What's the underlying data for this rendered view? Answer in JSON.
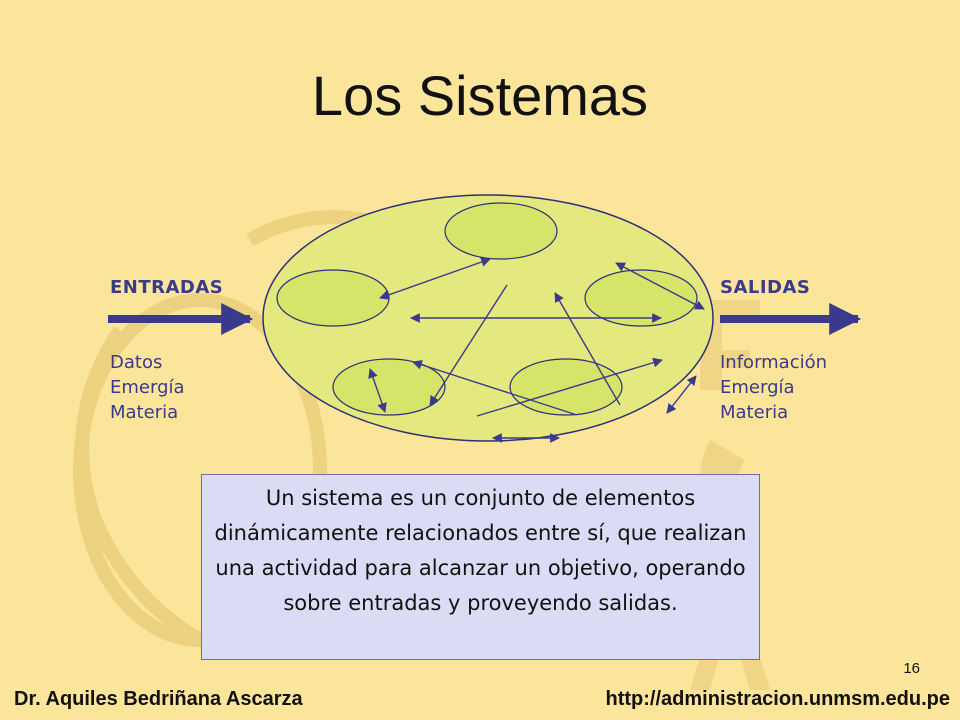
{
  "slide": {
    "title": "Los Sistemas",
    "inputs": {
      "label": "ENTRADAS",
      "items": [
        "Datos",
        "Emergía",
        "Materia"
      ]
    },
    "outputs": {
      "label": "SALIDAS",
      "items": [
        "Información",
        "Emergía",
        "Materia"
      ]
    },
    "definition": "Un sistema es un conjunto de elementos dinámicamente relacionados entre sí, que realizan una actividad para alcanzar un objetivo, operando sobre entradas y proveyendo salidas.",
    "page_number": "16",
    "footer_left": "Dr. Aquiles Bedriñana Ascarza",
    "footer_right": "http://administracion.unmsm.edu.pe"
  },
  "colors": {
    "background": "#fbe59a",
    "system_fill": "#e3e97e",
    "element_fill": "#d6e46a",
    "arrow_blue": "#3a3a8c",
    "definition_box": "#dadcf6"
  }
}
